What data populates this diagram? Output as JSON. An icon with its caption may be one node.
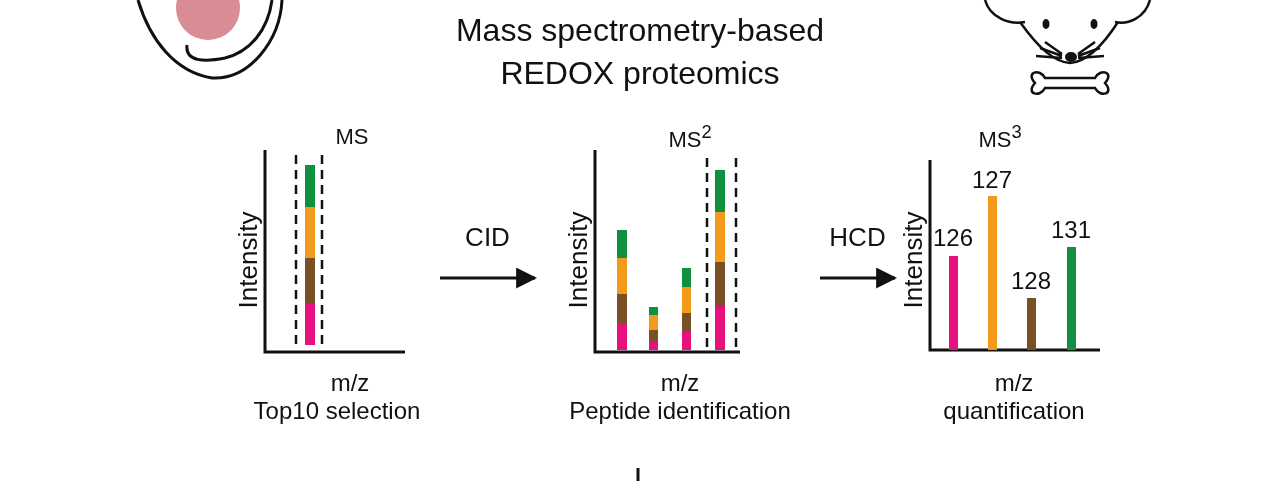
{
  "diagram": {
    "title": "Mass spectrometry-based REDOX proteomics",
    "nodes": [
      {
        "text": [
          "MS",
          "Intensity",
          "m/z",
          "Top10 selection"
        ]
      },
      {
        "text": [
          "MS$^{2}$",
          "Intensity",
          "m/z",
          "Peptide identification"
        ]
      },
      {
        "text": [
          "MS$^{3}$",
          "127",
          "126",
          "131",
          "128",
          "Intensity",
          "m/z",
          "quantification"
        ]
      }
    ],
    "edges": [
      {
        "from": 0,
        "to": 1,
        "arrow": "to",
        "label": "CID"
      },
      {
        "from": 1,
        "to": 2,
        "arrow": "to",
        "label": "HCD"
      }
    ]
  }
}
